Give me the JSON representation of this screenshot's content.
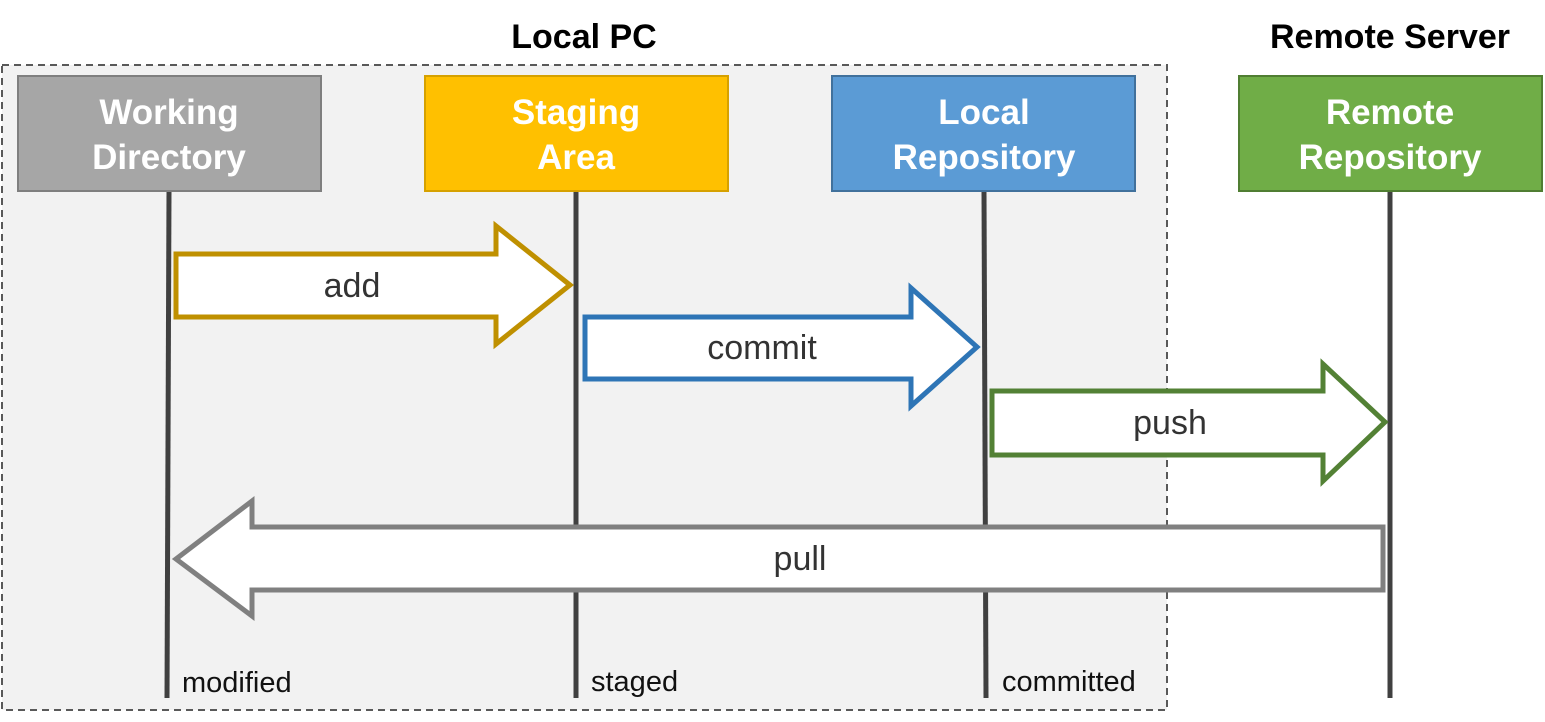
{
  "groups": {
    "local": {
      "title": "Local PC"
    },
    "remote": {
      "title": "Remote Server"
    }
  },
  "boxes": {
    "working": {
      "line1": "Working",
      "line2": "Directory",
      "color": "#A6A6A6"
    },
    "staging": {
      "line1": "Staging",
      "line2": "Area",
      "color": "#FFC000"
    },
    "local_repo": {
      "line1": "Local",
      "line2": "Repository",
      "color": "#5B9BD5"
    },
    "remote_repo": {
      "line1": "Remote",
      "line2": "Repository",
      "color": "#70AD47"
    }
  },
  "arrows": {
    "add": {
      "label": "add",
      "color": "#BF9000"
    },
    "commit": {
      "label": "commit",
      "color": "#2E75B6"
    },
    "push": {
      "label": "push",
      "color": "#538135"
    },
    "pull": {
      "label": "pull",
      "color": "#808080"
    }
  },
  "states": {
    "modified": "modified",
    "staged": "staged",
    "committed": "committed"
  },
  "colors": {
    "local_region_fill": "#F2F2F2",
    "local_region_border": "#595959",
    "lifeline": "#404040"
  }
}
